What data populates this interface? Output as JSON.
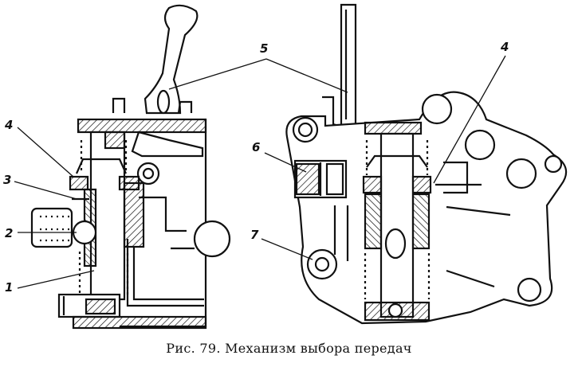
{
  "caption": "Рис. 79. Механизм выбора передач",
  "callouts": {
    "c1": "1",
    "c2": "2",
    "c3": "3",
    "c4_left": "4",
    "c4_right": "4",
    "c5": "5",
    "c6": "6",
    "c7": "7"
  }
}
